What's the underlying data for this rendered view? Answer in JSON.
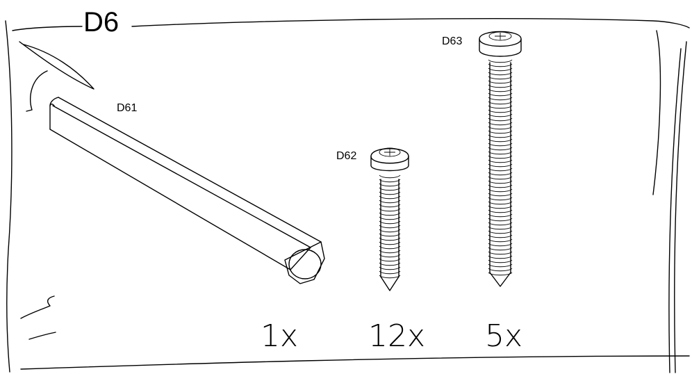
{
  "bag": {
    "id": "D6"
  },
  "parts": [
    {
      "id": "D61",
      "type": "hex-standoff",
      "quantity": "1x"
    },
    {
      "id": "D62",
      "type": "short-screw",
      "quantity": "12x"
    },
    {
      "id": "D63",
      "type": "long-screw",
      "quantity": "5x"
    }
  ]
}
